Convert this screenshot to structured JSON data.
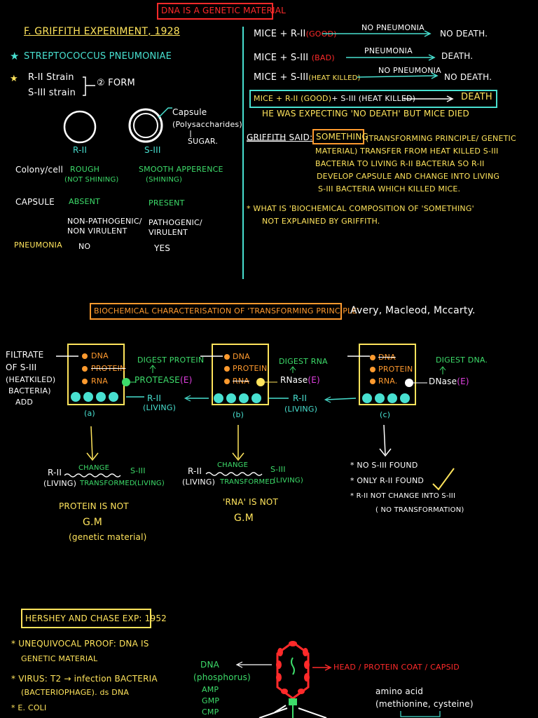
{
  "title": "DNA IS A GENETIC MATERIAL",
  "griffith": {
    "heading": "F. GRIFFITH EXPERIMENT, 1928",
    "organism": "STREPTOCOCCUS PNEUMONIAE",
    "strain1": "R-II Strain",
    "strain2": "S-III strain",
    "forms": "② FORM",
    "capsule_label": "Capsule",
    "capsule_sub": "(Polysaccharides)",
    "capsule_sugar": "SUGAR.",
    "r_label": "R-II",
    "s_label": "S-III",
    "rows": [
      {
        "label": "Colony/cell",
        "r": "ROUGH",
        "r2": "(NOT SHINING)",
        "s": "SMOOTH APPERENCE",
        "s2": "(SHINING)"
      },
      {
        "label": "CAPSULE",
        "r": "ABSENT",
        "r2": "",
        "s": "PRESENT",
        "s2": ""
      },
      {
        "label": "",
        "r": "NON-PATHOGENIC/",
        "r2": "NON VIRULENT",
        "s": "PATHOGENIC/",
        "s2": "VIRULENT"
      },
      {
        "label": "PNEUMONIA",
        "r": "NO",
        "r2": "",
        "s": "YES",
        "s2": ""
      }
    ]
  },
  "mice": [
    {
      "left": "MICE + R-II",
      "tag": "(GOOD)",
      "arrow": "NO PNEUMONIA",
      "result": "NO DEATH."
    },
    {
      "left": "MICE + S-III",
      "tag": "(BAD)",
      "arrow": "PNEUMONIA",
      "result": "DEATH."
    },
    {
      "left": "MICE + S-III",
      "tag": "(HEAT KILLED)",
      "arrow": "NO PNEUMONIA",
      "result": "NO DEATH."
    }
  ],
  "mice_box": {
    "a": "MICE + R-II (GOOD)",
    "b": "+ S-III (HEAT KILLED)",
    "result": "DEATH"
  },
  "expecting": "HE WAS EXPECTING 'NO DEATH' BUT MICE DIED",
  "griffith_said": {
    "label": "GRIFFITH SAID:",
    "something": "SOMETHING",
    "lines": [
      "(TRANSFORMING PRINCIPLE/ GENETIC",
      "MATERIAL) TRANSFER FROM HEAT KILLED S-III",
      "BACTERIA TO LIVING R-II BACTERIA SO R-II",
      "DEVELOP CAPSULE AND CHANGE INTO LIVING",
      "S-III BACTERIA WHICH KILLED MICE."
    ]
  },
  "what_is": [
    "* WHAT IS 'BIOCHEMICAL COMPOSITION OF 'SOMETHING'",
    "NOT EXPLAINED BY GRIFFITH."
  ],
  "biochem": {
    "heading": "BIOCHEMICAL CHARACTERISATION OF 'TRANSFORMING PRINCIPLE'",
    "authors": "Avery, Macleod, Mccarty.",
    "filtrate": [
      "FILTRATE",
      "OF S-III",
      "(HEATKILED)",
      "BACTERIA)",
      "ADD"
    ],
    "experiments": [
      {
        "id": "(a)",
        "items": [
          "DNA",
          "PROTEIN",
          "RNA"
        ],
        "struck": 1,
        "digest": "DIGEST PROTEIN",
        "enzyme": "PROTEASE",
        "e": "(E)",
        "rii": "R-II",
        "living": "(LIVING)"
      },
      {
        "id": "(b)",
        "items": [
          "DNA",
          "PROTEIN",
          "RNA"
        ],
        "struck": 2,
        "digest": "DIGEST RNA",
        "enzyme": "RNase",
        "e": "(E)",
        "rii": "R-II",
        "living": "(LIVING)"
      },
      {
        "id": "(c)",
        "items": [
          "DNA",
          "PROTEIN",
          "RNA."
        ],
        "struck": 0,
        "digest": "DIGEST DNA.",
        "enzyme": "DNase",
        "e": "(E)",
        "rii": "",
        "living": ""
      }
    ],
    "change": "CHANGE",
    "transformed": "TRANSFORMED",
    "r_ii": "R-II",
    "s_iii": "S-III",
    "living": "(LIVING)",
    "conclusion_a": [
      "PROTEIN IS NOT",
      "G.M",
      "(genetic material)"
    ],
    "conclusion_b": [
      "'RNA' IS NOT",
      "G.M"
    ],
    "results_c": [
      "* NO S-III FOUND",
      "* ONLY R-II FOUND",
      "* R-II NOT CHANGE INTO S-III",
      "( NO TRANSFORMATION)"
    ]
  },
  "hershey": {
    "heading": "HERSHEY AND CHASE EXP: 1952",
    "items": [
      "* UNEQUIVOCAL PROOF: DNA IS",
      "GENETIC MATERIAL",
      "* VIRUS: T2 → infection BACTERIA",
      "(BACTERIOPHAGE). ds DNA",
      "* E. COLI"
    ],
    "dna": "DNA",
    "phosphorus": "(phosphorus)",
    "nucleotides": [
      "AMP",
      "GMP",
      "CMP"
    ],
    "head": "HEAD / PROTEIN COAT / CAPSID",
    "amino": "amino acid",
    "amino_sub": "(methionine, cysteine)"
  },
  "colors": {
    "yellow": "#ffe45c",
    "green": "#3ddc6a",
    "cyan": "#48e0d0",
    "orange": "#ff9a2e",
    "red": "#ff2a2a",
    "magenta": "#e040e0"
  }
}
